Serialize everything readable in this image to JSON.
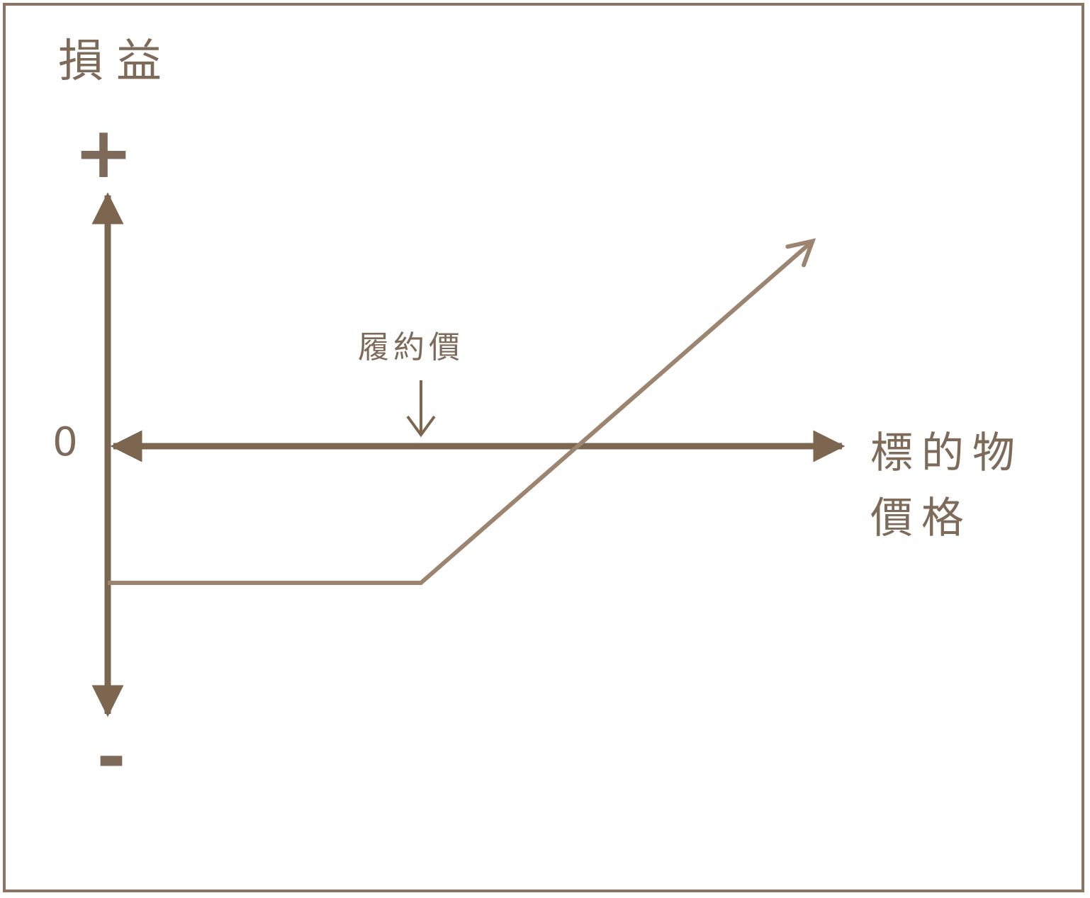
{
  "chart_data": {
    "type": "line",
    "ylabel": "損益",
    "xlabel": "標的物\n價格",
    "y_plus": "+",
    "y_minus": "-",
    "y_zero": "0",
    "annotation": "履約價",
    "series": [
      {
        "points": [
          [
            0,
            -1
          ],
          [
            1,
            -1
          ],
          [
            2.25,
            1.5
          ]
        ]
      }
    ],
    "strike": 1,
    "xlim": [
      0,
      2.45
    ],
    "ylim": [
      -2.05,
      1.85
    ],
    "colors": {
      "axis": "#7d6650",
      "line": "#9b8571",
      "text": "#7d6a58",
      "border": "#8b7560"
    }
  }
}
